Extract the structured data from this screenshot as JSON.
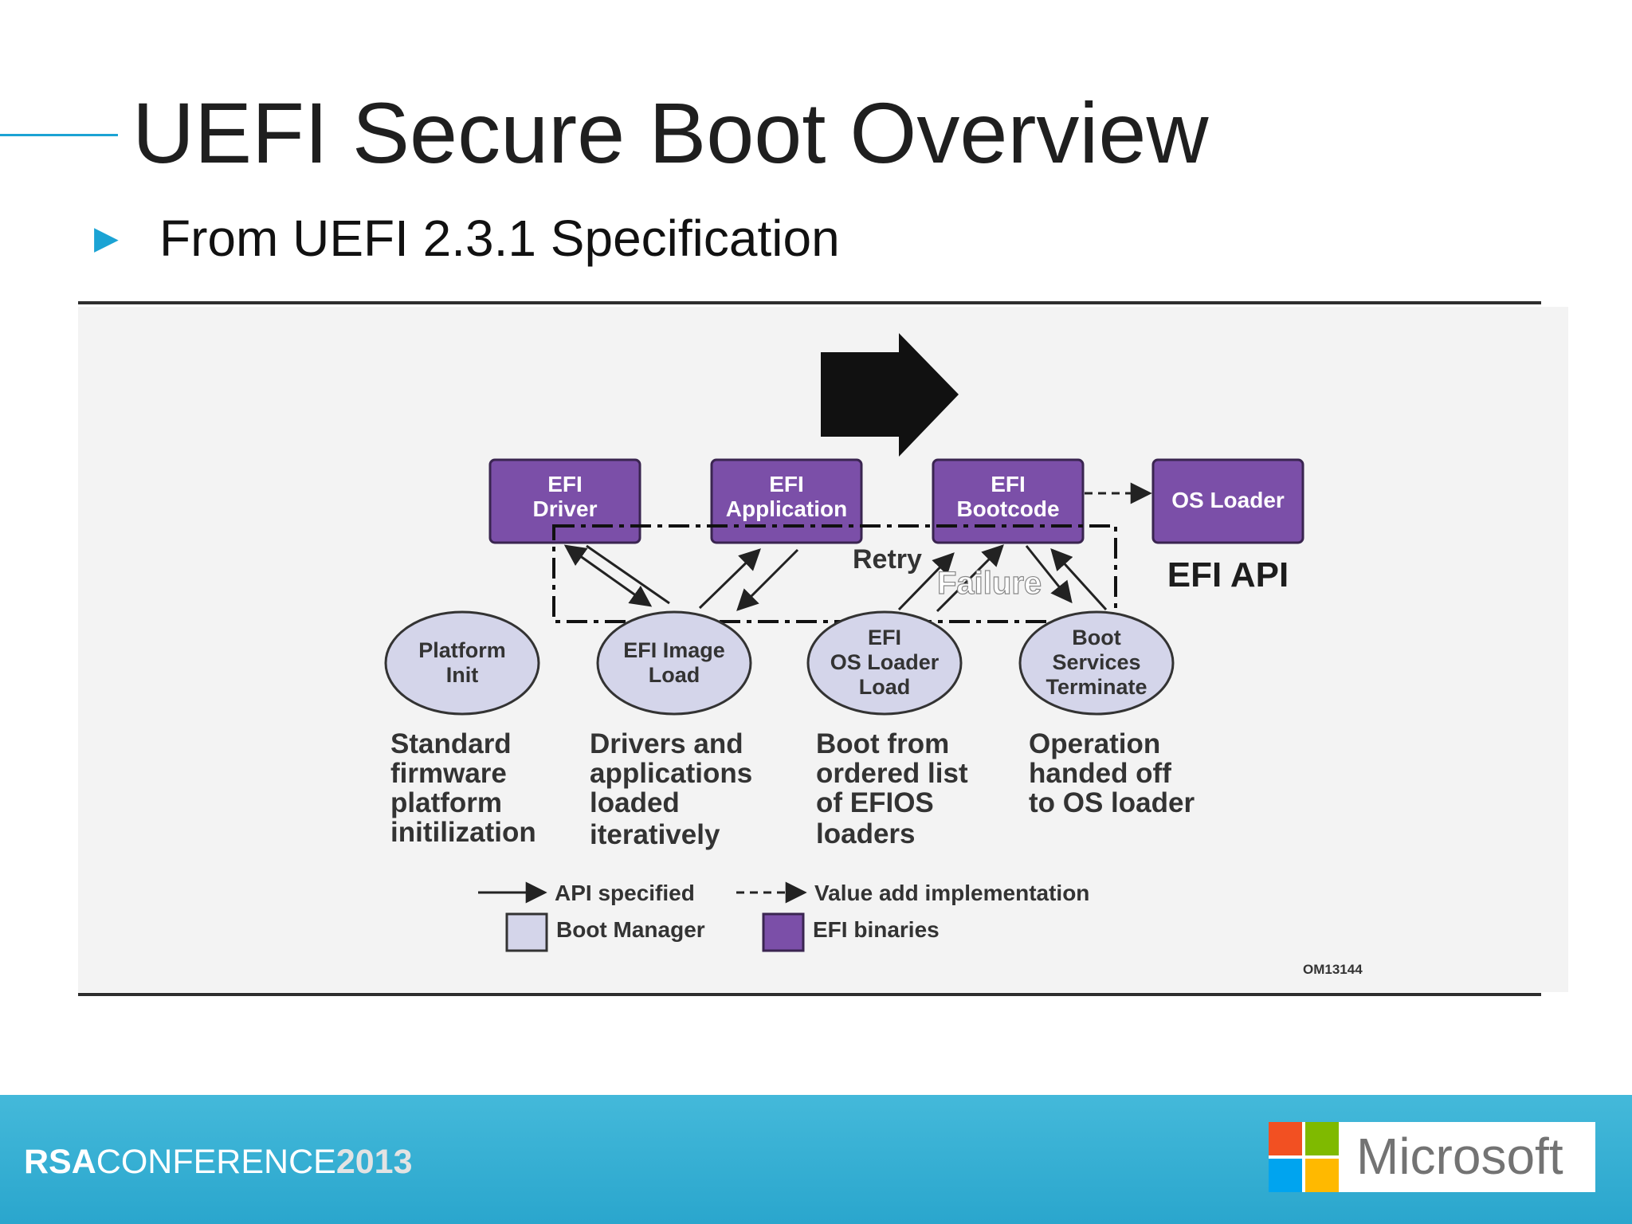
{
  "slide": {
    "title": "UEFI Secure Boot Overview",
    "bullet": "From UEFI 2.3.1 Specification"
  },
  "diagram": {
    "efi_boxes": {
      "driver": [
        "EFI",
        "Driver"
      ],
      "application": [
        "EFI",
        "Application"
      ],
      "bootcode": [
        "EFI",
        "Bootcode"
      ],
      "os_loader": "OS Loader"
    },
    "efi_api": "EFI API",
    "retry": "Retry",
    "failure": "Failure",
    "phases": {
      "platform_init": [
        "Platform",
        "Init"
      ],
      "image_load": [
        "EFI Image",
        "Load"
      ],
      "os_loader_load": [
        "EFI",
        "OS Loader",
        "Load"
      ],
      "boot_services": [
        "Boot",
        "Services",
        "Terminate"
      ]
    },
    "descriptions": {
      "platform_init": [
        "Standard",
        "firmware",
        "platform",
        "initilization"
      ],
      "image_load": [
        "Drivers and",
        "applications",
        "loaded",
        "iteratively"
      ],
      "os_loader_load": [
        "Boot from",
        "ordered list",
        "of EFIOS",
        "loaders"
      ],
      "boot_services": [
        "Operation",
        "handed off",
        "to OS loader"
      ]
    },
    "legend": {
      "api_specified": "API specified",
      "value_add": "Value add implementation",
      "boot_manager": "Boot Manager",
      "efi_binaries": "EFI binaries"
    },
    "figure_id": "OM13144",
    "colors": {
      "efi_box": "#7b4fa8",
      "boot_manager": "#d4d5ea",
      "figure_bg": "#f3f3f3"
    }
  },
  "footer": {
    "brand_part1": "RSA",
    "brand_part2": "CONFERENCE",
    "brand_part3": "2013",
    "ms_word": "Microsoft",
    "ms_colors": [
      "#f25022",
      "#7fba00",
      "#00a4ef",
      "#ffb900"
    ]
  }
}
